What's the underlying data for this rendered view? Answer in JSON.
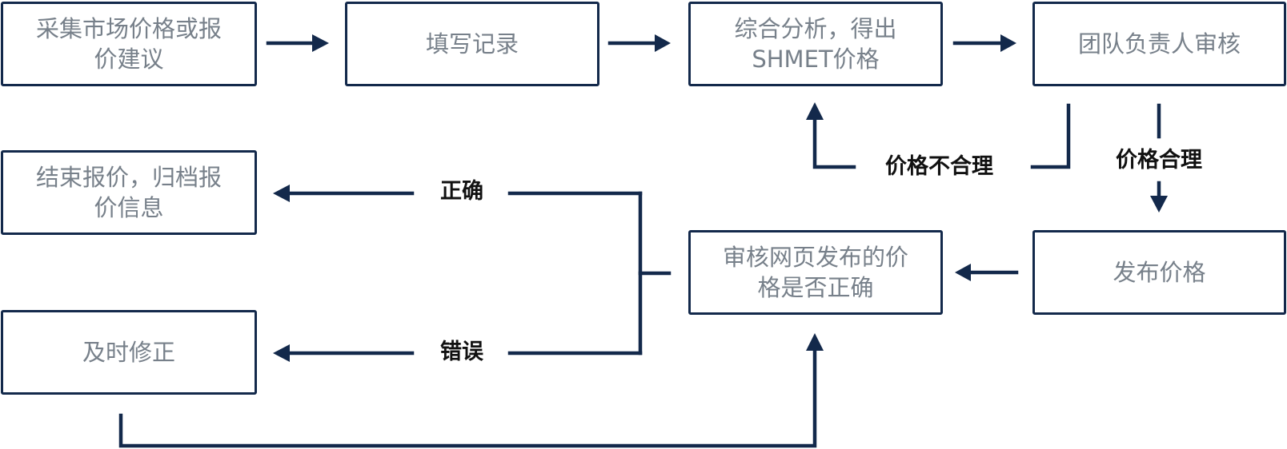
{
  "nodes": {
    "collect": {
      "lines": [
        "采集市场价格或报",
        "价建议"
      ]
    },
    "record": {
      "lines": [
        "填写记录"
      ]
    },
    "analyze": {
      "lines": [
        "综合分析，得出",
        "SHMET价格"
      ]
    },
    "review": {
      "lines": [
        "团队负责人审核"
      ]
    },
    "archive": {
      "lines": [
        "结束报价，归档报",
        "价信息"
      ]
    },
    "check": {
      "lines": [
        "审核网页发布的价",
        "格是否正确"
      ]
    },
    "publish": {
      "lines": [
        "发布价格"
      ]
    },
    "fix": {
      "lines": [
        "及时修正"
      ]
    }
  },
  "edge_labels": {
    "unreasonable": "价格不合理",
    "reasonable": "价格合理",
    "correct": "正确",
    "error": "错误"
  },
  "colors": {
    "line": "#13294b",
    "node_text": "#77808a",
    "label_text": "#111111"
  }
}
